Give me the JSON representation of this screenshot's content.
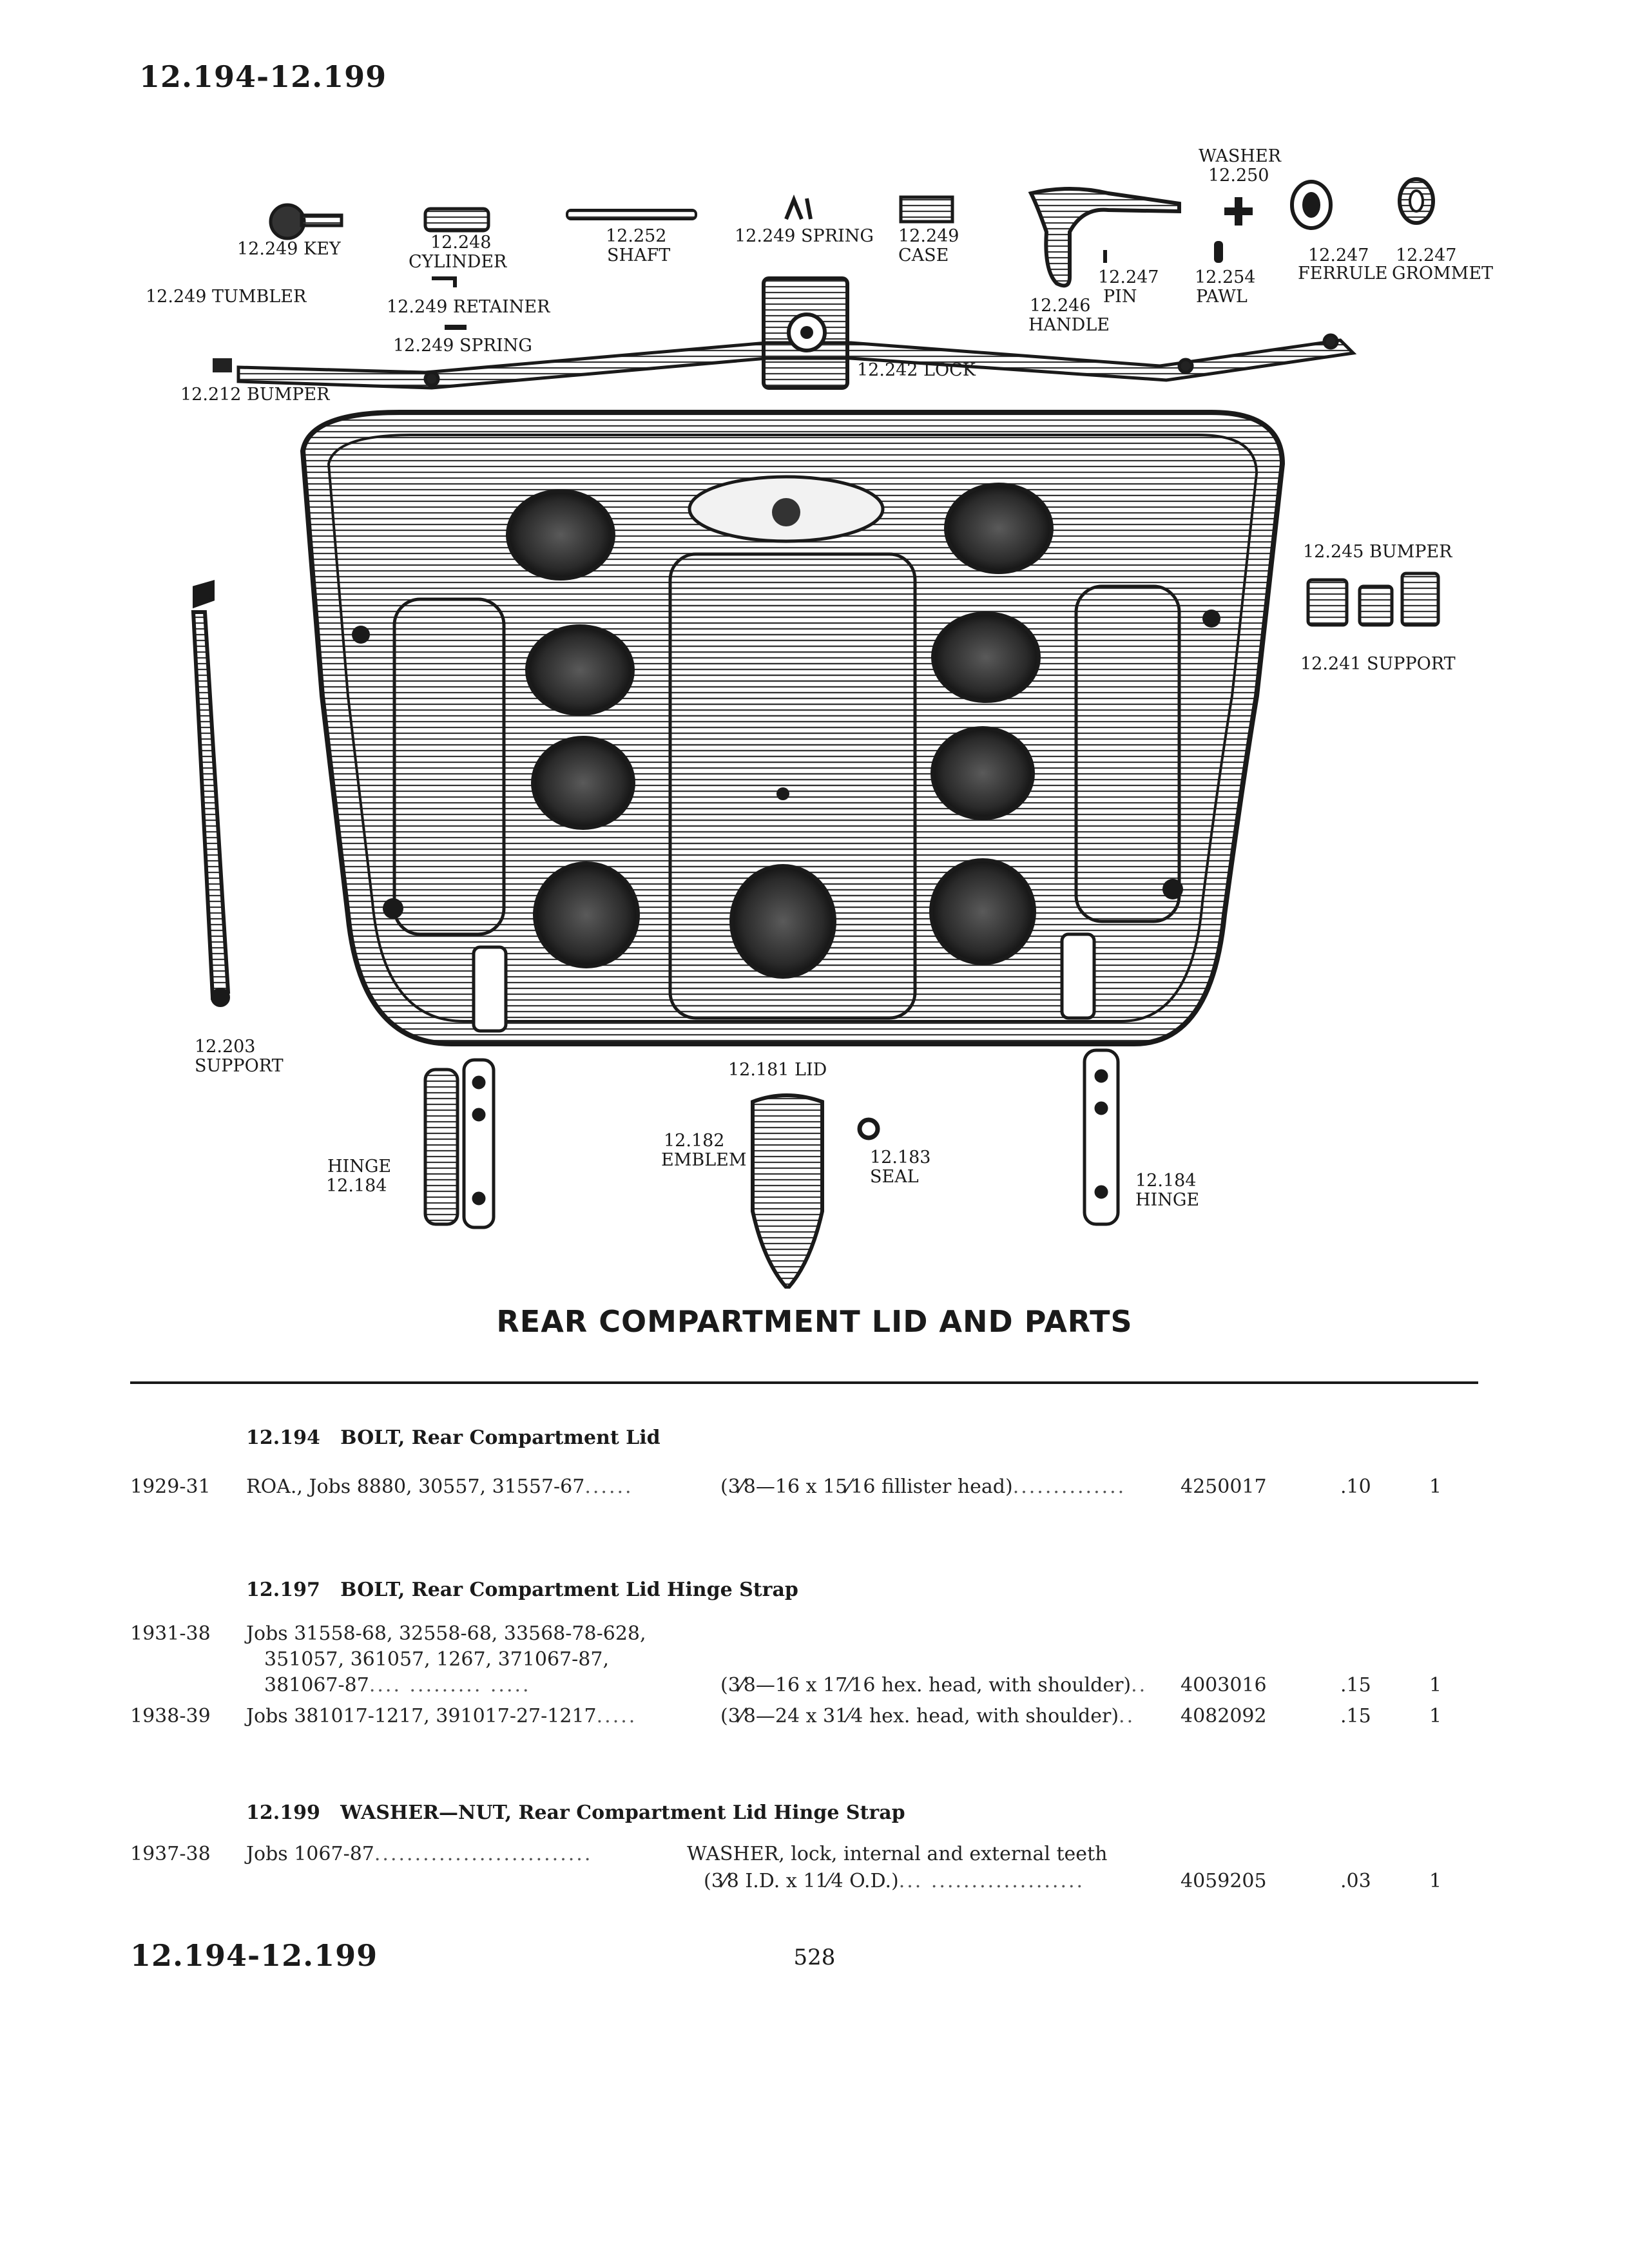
{
  "header": {
    "top_range": "12.194-12.199",
    "bottom_range": "12.194-12.199",
    "page_number": "528"
  },
  "figure": {
    "title": "REAR COMPARTMENT LID AND PARTS",
    "labels": {
      "washer": "WASHER",
      "washer_num": "12.250",
      "key": "12.249 KEY",
      "cylinder_num": "12.248",
      "cylinder": "CYLINDER",
      "shaft_num": "12.252",
      "shaft": "SHAFT",
      "spring_top": "12.249 SPRING",
      "case_num": "12.249",
      "case": "CASE",
      "pin_num": "12.247",
      "pin": "PIN",
      "pawl_num": "12.254",
      "pawl": "PAWL",
      "ferrule_num": "12.247",
      "ferrule": "FERRULE",
      "grommet_num": "12.247",
      "grommet": "GROMMET",
      "handle_num": "12.246",
      "handle": "HANDLE",
      "tumbler": "12.249 TUMBLER",
      "retainer": "12.249 RETAINER",
      "spring_lower": "12.249 SPRING",
      "bumper_left": "12.212 BUMPER",
      "lock": "12.242 LOCK",
      "bumper_right": "12.245 BUMPER",
      "support_right": "12.241 SUPPORT",
      "support_left_num": "12.203",
      "support_left": "SUPPORT",
      "lid": "12.181 LID",
      "emblem_num": "12.182",
      "emblem": "EMBLEM",
      "seal_num": "12.183",
      "seal": "SEAL",
      "hinge_left": "HINGE",
      "hinge_left_num": "12.184",
      "hinge_right_num": "12.184",
      "hinge_right": "HINGE"
    }
  },
  "sections": [
    {
      "number": "12.194",
      "title": "BOLT, Rear Compartment Lid",
      "rows": [
        {
          "years": "1929-31",
          "desc": "ROA., Jobs 8880, 30557, 31557-67",
          "desc_lead": "......",
          "spec": "(3⁄8—16 x 15⁄16 fillister head)",
          "spec_lead": "..............",
          "part": "4250017",
          "price": ".10",
          "qty": "1"
        }
      ]
    },
    {
      "number": "12.197",
      "title": "BOLT, Rear Compartment Lid Hinge Strap",
      "rows": [
        {
          "years": "1931-38",
          "desc_lines": [
            "Jobs 31558-68, 32558-68, 33568-78-628,",
            "351057,  361057,  1267,  371067-87,",
            "381067-87"
          ],
          "desc_lead": ".... ......... .....",
          "spec": "(3⁄8—16 x 17⁄16 hex. head, with shoulder)",
          "spec_lead": "..",
          "part": "4003016",
          "price": ".15",
          "qty": "1"
        },
        {
          "years": "1938-39",
          "desc": "Jobs 381017-1217, 391017-27-1217",
          "desc_lead": ".....",
          "spec": "(3⁄8—24 x 31⁄4 hex. head, with shoulder)",
          "spec_lead": "..",
          "part": "4082092",
          "price": ".15",
          "qty": "1"
        }
      ]
    },
    {
      "number": "12.199",
      "title": "WASHER—NUT, Rear Compartment Lid Hinge Strap",
      "rows": [
        {
          "years": "1937-38",
          "desc": "Jobs 1067-87",
          "desc_lead": "...........................",
          "spec_lines": [
            "WASHER, lock, internal and external teeth",
            "(3⁄8 I.D. x 11⁄4 O.D.)"
          ],
          "spec_lead": "...  ...................",
          "part": "4059205",
          "price": ".03",
          "qty": "1"
        }
      ]
    }
  ]
}
